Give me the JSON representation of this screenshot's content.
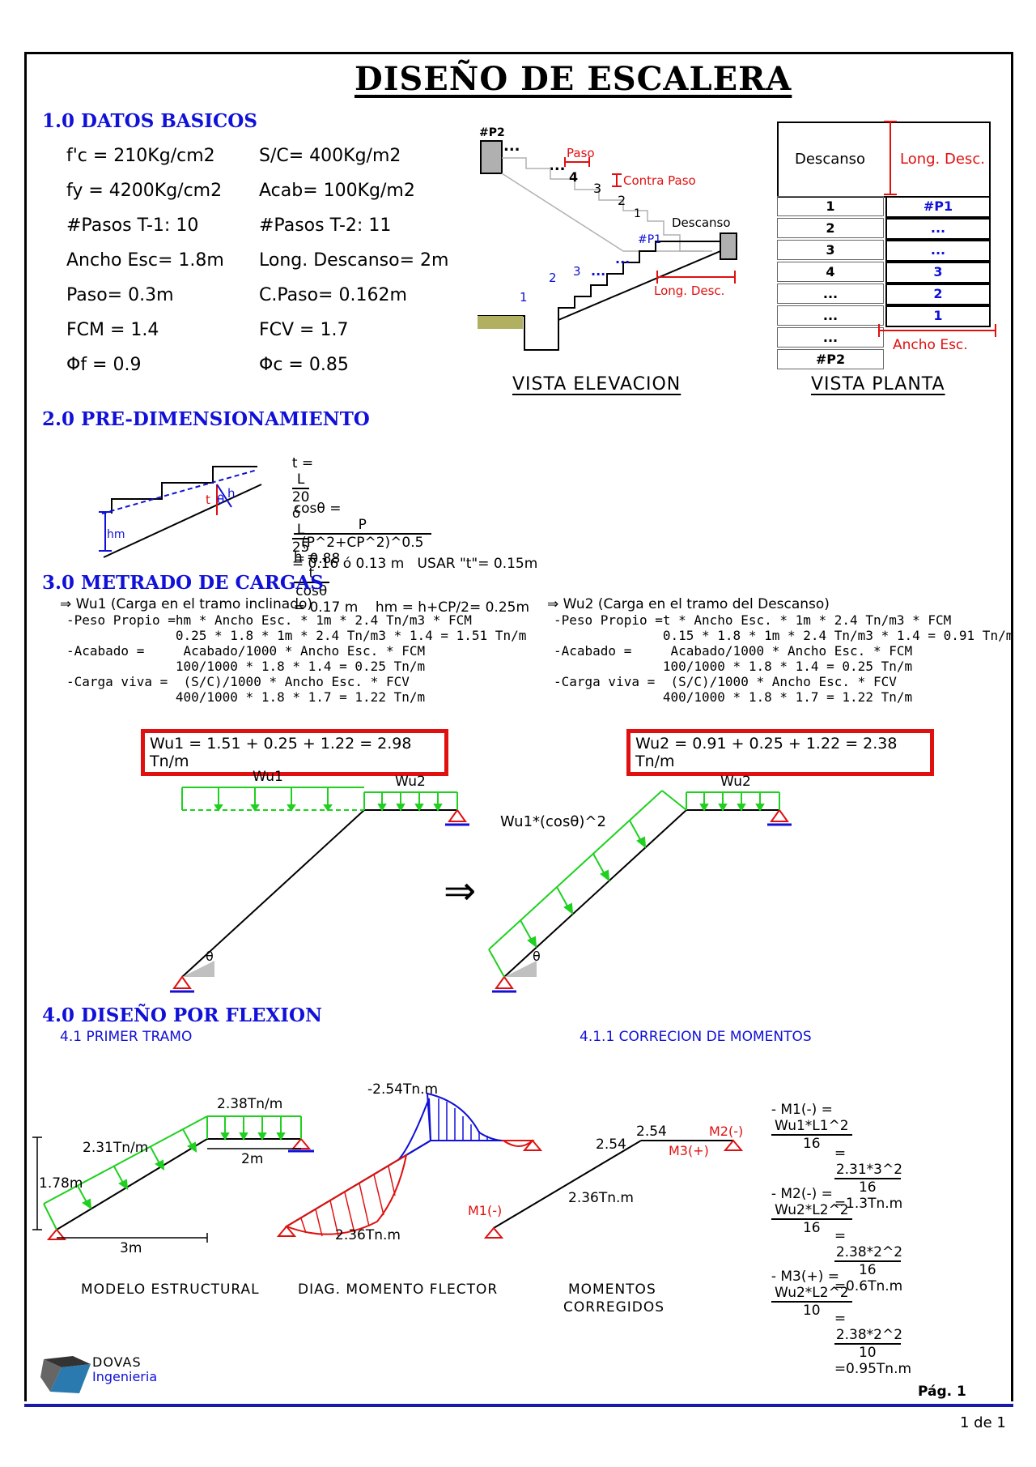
{
  "title": "DISEÑO DE ESCALERA",
  "sections": {
    "s1": "1.0 DATOS BASICOS",
    "s2": "2.0 PRE-DIMENSIONAMIENTO",
    "s3": "3.0 METRADO DE CARGAS",
    "s4": "4.0 DISEÑO POR FLEXION",
    "s41": "4.1 PRIMER TRAMO",
    "s411": "4.1.1 CORRECION DE MOMENTOS"
  },
  "datos": {
    "left": [
      "f'c = 210Kg/cm2",
      "fy = 4200Kg/cm2",
      "#Pasos T-1: 10",
      "Ancho Esc= 1.8m",
      "Paso= 0.3m",
      "FCM = 1.4",
      "Φf = 0.9"
    ],
    "right": [
      "S/C= 400Kg/m2",
      "Acab= 100Kg/m2",
      "#Pasos T-2: 11",
      "Long. Descanso= 2m",
      "C.Paso= 0.162m",
      "FCV = 1.7",
      "Φc = 0.85"
    ]
  },
  "elevacion": {
    "caption": "VISTA ELEVACION",
    "p2": "#P2",
    "p1": "#P1",
    "paso": "Paso",
    "contra_paso": "Contra Paso",
    "descanso": "Descanso",
    "long_desc": "Long. Desc.",
    "steps_upper": [
      "4",
      "3",
      "2",
      "1"
    ],
    "steps_lower": [
      "1",
      "2",
      "3"
    ],
    "dots": "..."
  },
  "planta": {
    "caption": "VISTA PLANTA",
    "descanso": "Descanso",
    "long_desc": "Long. Desc.",
    "ancho_esc": "Ancho Esc.",
    "rows": [
      {
        "left": "1",
        "right": "#P1"
      },
      {
        "left": "2",
        "right": "..."
      },
      {
        "left": "3",
        "right": "..."
      },
      {
        "left": "4",
        "right": "3"
      },
      {
        "left": "...",
        "right": "2"
      },
      {
        "left": "...",
        "right": "1"
      },
      {
        "left": "...",
        "right": ""
      },
      {
        "left": "#P2",
        "right": ""
      }
    ]
  },
  "predim": {
    "t_lbl": "t =",
    "L": "L",
    "d20": "20",
    "o": "ó",
    "d25": "25",
    "t_res": "= 0.16 ó 0.13 m   USAR \"t\"= 0.15m",
    "cos_lbl": "cosθ =",
    "cos_num": "P",
    "cos_den": "(P^2+CP^2)^0.5",
    "cos_res": "= 0.88",
    "h_lbl": "h =",
    "h_num": "t",
    "h_den": "cosθ",
    "h_res": "= 0.17 m    hm = h+CP/2= 0.25m",
    "fig_t": "t",
    "fig_theta": "θ",
    "fig_h": "h",
    "fig_hm": "hm"
  },
  "cargas": {
    "wu1": {
      "head": "⇒ Wu1 (Carga en el tramo inclinado)",
      "lines": [
        "-Peso Propio =hm * Ancho Esc. * 1m * 2.4 Tn/m3 * FCM",
        "              0.25 * 1.8 * 1m * 2.4 Tn/m3 * 1.4 = 1.51 Tn/m",
        "-Acabado =     Acabado/1000 * Ancho Esc. * FCM",
        "              100/1000 * 1.8 * 1.4 = 0.25 Tn/m",
        "-Carga viva =  (S/C)/1000 * Ancho Esc. * FCV",
        "              400/1000 * 1.8 * 1.7 = 1.22 Tn/m"
      ],
      "total": "Wu1 = 1.51 + 0.25 + 1.22 = 2.98 Tn/m"
    },
    "wu2": {
      "head": "⇒ Wu2 (Carga en el tramo del Descanso)",
      "lines": [
        "-Peso Propio =t * Ancho Esc. * 1m * 2.4 Tn/m3 * FCM",
        "              0.15 * 1.8 * 1m * 2.4 Tn/m3 * 1.4 = 0.91 Tn/m",
        "-Acabado =     Acabado/1000 * Ancho Esc. * FCM",
        "              100/1000 * 1.8 * 1.4 = 0.25 Tn/m",
        "-Carga viva =  (S/C)/1000 * Ancho Esc. * FCV",
        "              400/1000 * 1.8 * 1.7 = 1.22 Tn/m"
      ],
      "total": "Wu2 = 0.91 + 0.25 + 1.22 = 2.38 Tn/m"
    },
    "diag": {
      "wu1": "Wu1",
      "wu2": "Wu2",
      "wu1cos": "Wu1*(cosθ)^2",
      "theta": "θ",
      "arrow": "⇒"
    }
  },
  "flexion": {
    "modelo": {
      "w2": "2.38Tn/m",
      "w1": "2.31Tn/m",
      "h": "1.78m",
      "l2": "2m",
      "l1": "3m",
      "caption": "MODELO ESTRUCTURAL"
    },
    "diag": {
      "neg": "-2.54Tn.m",
      "pos": "2.36Tn.m",
      "caption": "DIAG. MOMENTO FLECTOR"
    },
    "corr": {
      "v1": "2.54",
      "v2": "2.54",
      "m2": "M2(-)",
      "m3": "M3(+)",
      "m1": "M1(-)",
      "v3": "2.36Tn.m",
      "caption1": "MOMENTOS",
      "caption2": "CORREGIDOS"
    },
    "formulas": {
      "m1_lbl": "- M1(-) =",
      "m1_num": "Wu1*L1^2",
      "m1_den": "16",
      "m1b_num": "2.31*3^2",
      "m1b_den": "16",
      "m1_res": "=1.3Tn.m",
      "m2_lbl": "- M2(-) =",
      "m2_num": "Wu2*L2^2",
      "m2_den": "16",
      "m2b_num": "2.38*2^2",
      "m2b_den": "16",
      "m2_res": "=0.6Tn.m",
      "m3_lbl": "- M3(+) =",
      "m3_num": "Wu2*L2^2",
      "m3_den": "10",
      "m3b_num": "2.38*2^2",
      "m3b_den": "10",
      "m3_res": "=0.95Tn.m",
      "eq": "="
    }
  },
  "footer": {
    "brand1": "DOVAS",
    "brand2": "Ingenieria",
    "page": "Pág. 1",
    "counter": "1 de 1"
  },
  "colors": {
    "blue": "#1010d8",
    "red": "#e01010",
    "green": "#20d020",
    "ground": "#b0b060",
    "grey": "#b0b0b0"
  }
}
